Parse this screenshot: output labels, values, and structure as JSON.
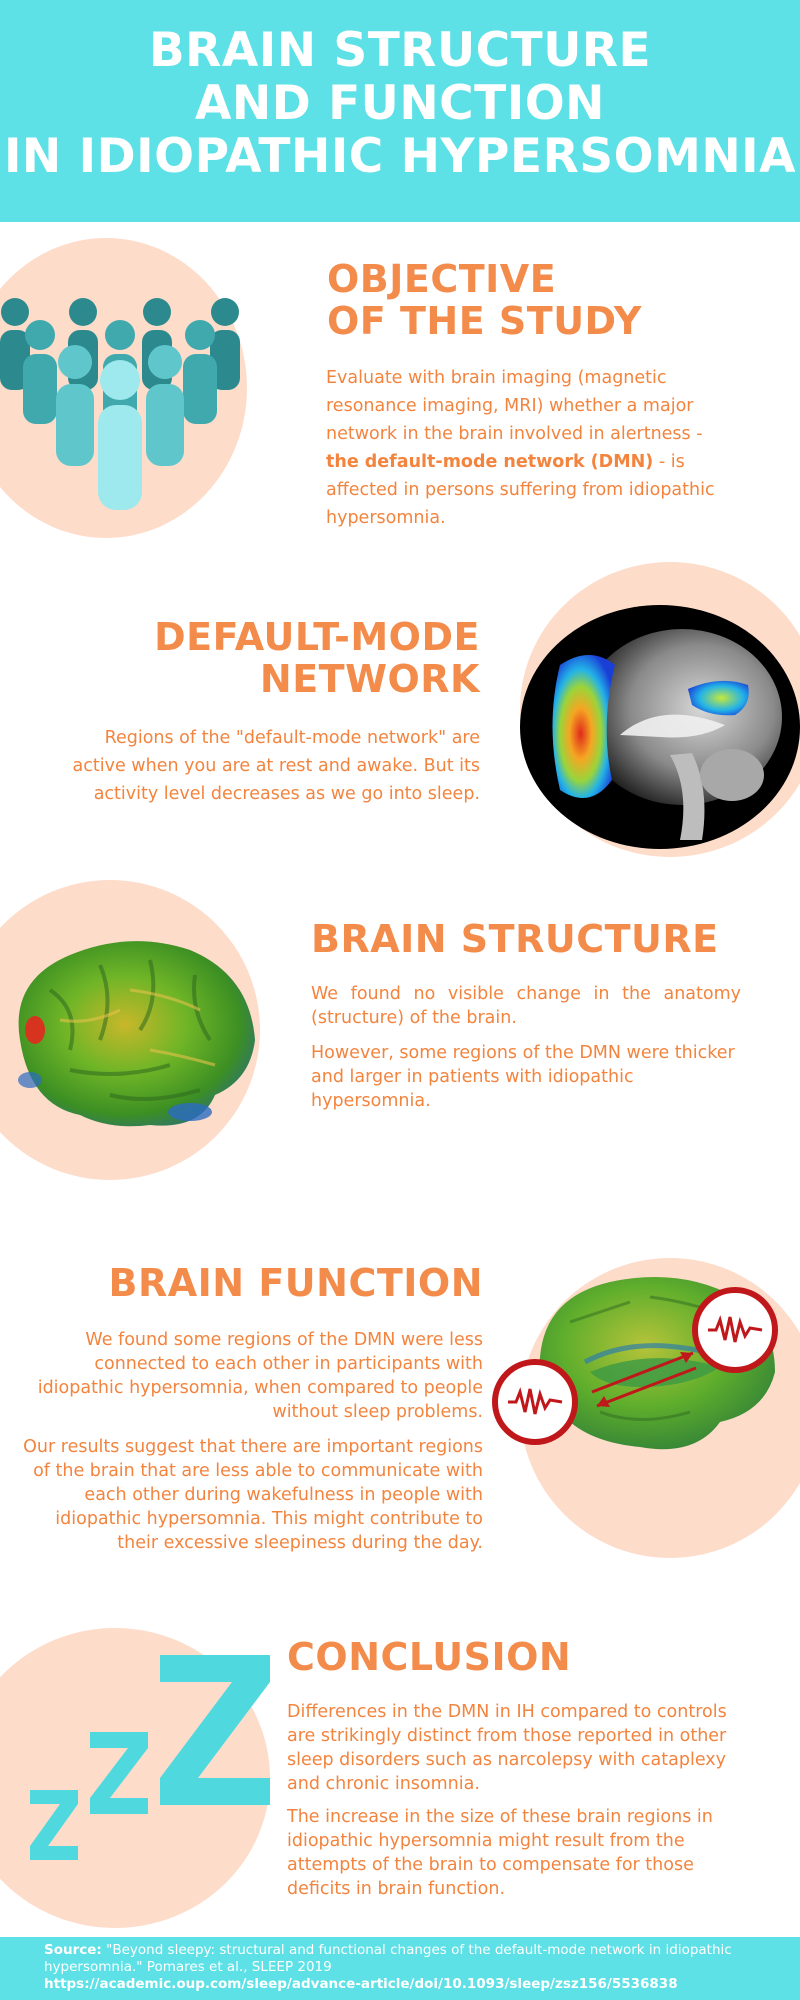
{
  "header": {
    "title_lines": [
      "BRAIN STRUCTURE",
      "AND FUNCTION",
      "IN IDIOPATHIC HYPERSOMNIA"
    ]
  },
  "objective": {
    "heading_lines": [
      "OBJECTIVE",
      "OF THE STUDY"
    ],
    "text_pre": "Evaluate with brain imaging (magnetic resonance imaging, MRI) whether a major  network in the brain involved in alertness - ",
    "text_bold": "the default-mode network (DMN)",
    "text_post": " - is affected in persons suffering from idiopathic hypersomnia."
  },
  "dmn": {
    "heading_lines": [
      "DEFAULT-MODE",
      "NETWORK"
    ],
    "text": "Regions of the \"default-mode network\" are active when you are at rest and awake. But its activity level decreases as we go into sleep."
  },
  "structure": {
    "heading": "BRAIN STRUCTURE",
    "para1": "We found no visible change in the anatomy (structure) of the brain.",
    "para2": "However, some regions of the DMN were thicker and larger in patients with idiopathic hypersomnia."
  },
  "function": {
    "heading": "BRAIN FUNCTION",
    "para1": "We found some regions of the DMN were less connected to each other in participants with idiopathic hypersomnia, when compared to people without sleep problems.",
    "para2": "Our results suggest that there are important regions of the brain that are less able to communicate with each other during wakefulness in people with idiopathic hypersomnia. This might contribute to their excessive sleepiness during the day."
  },
  "conclusion": {
    "heading": "CONCLUSION",
    "para1": "Differences in the DMN in IH compared to controls are strikingly distinct from those reported in other sleep disorders such as narcolepsy with cataplexy and chronic insomnia.",
    "para2": "The increase in the size of these brain regions in idiopathic hypersomnia might result from the attempts of the brain to compensate for those deficits in brain function."
  },
  "footer": {
    "source_label": "Source:",
    "source_text": " \"Beyond sleepy: structural and functional changes of the default-mode network in idiopathic hypersomnia.\" Pomares et al., SLEEP 2019",
    "url": "https://academic.oup.com/sleep/advance-article/doi/10.1093/sleep/zsz156/5536838"
  },
  "icons": {
    "people": "people-group-icon",
    "mri": "brain-mri-scan-icon",
    "brain_surface": "brain-surface-icon",
    "brain_connectivity": "brain-connectivity-icon",
    "sleep": "sleep-zzz-icon"
  },
  "colors": {
    "header_bg": "#5ee1e6",
    "accent_orange": "#f38b4b",
    "circle_peach": "#fddcca",
    "teal_dark": "#2c8a8e",
    "teal_light": "#9ee9ed"
  }
}
